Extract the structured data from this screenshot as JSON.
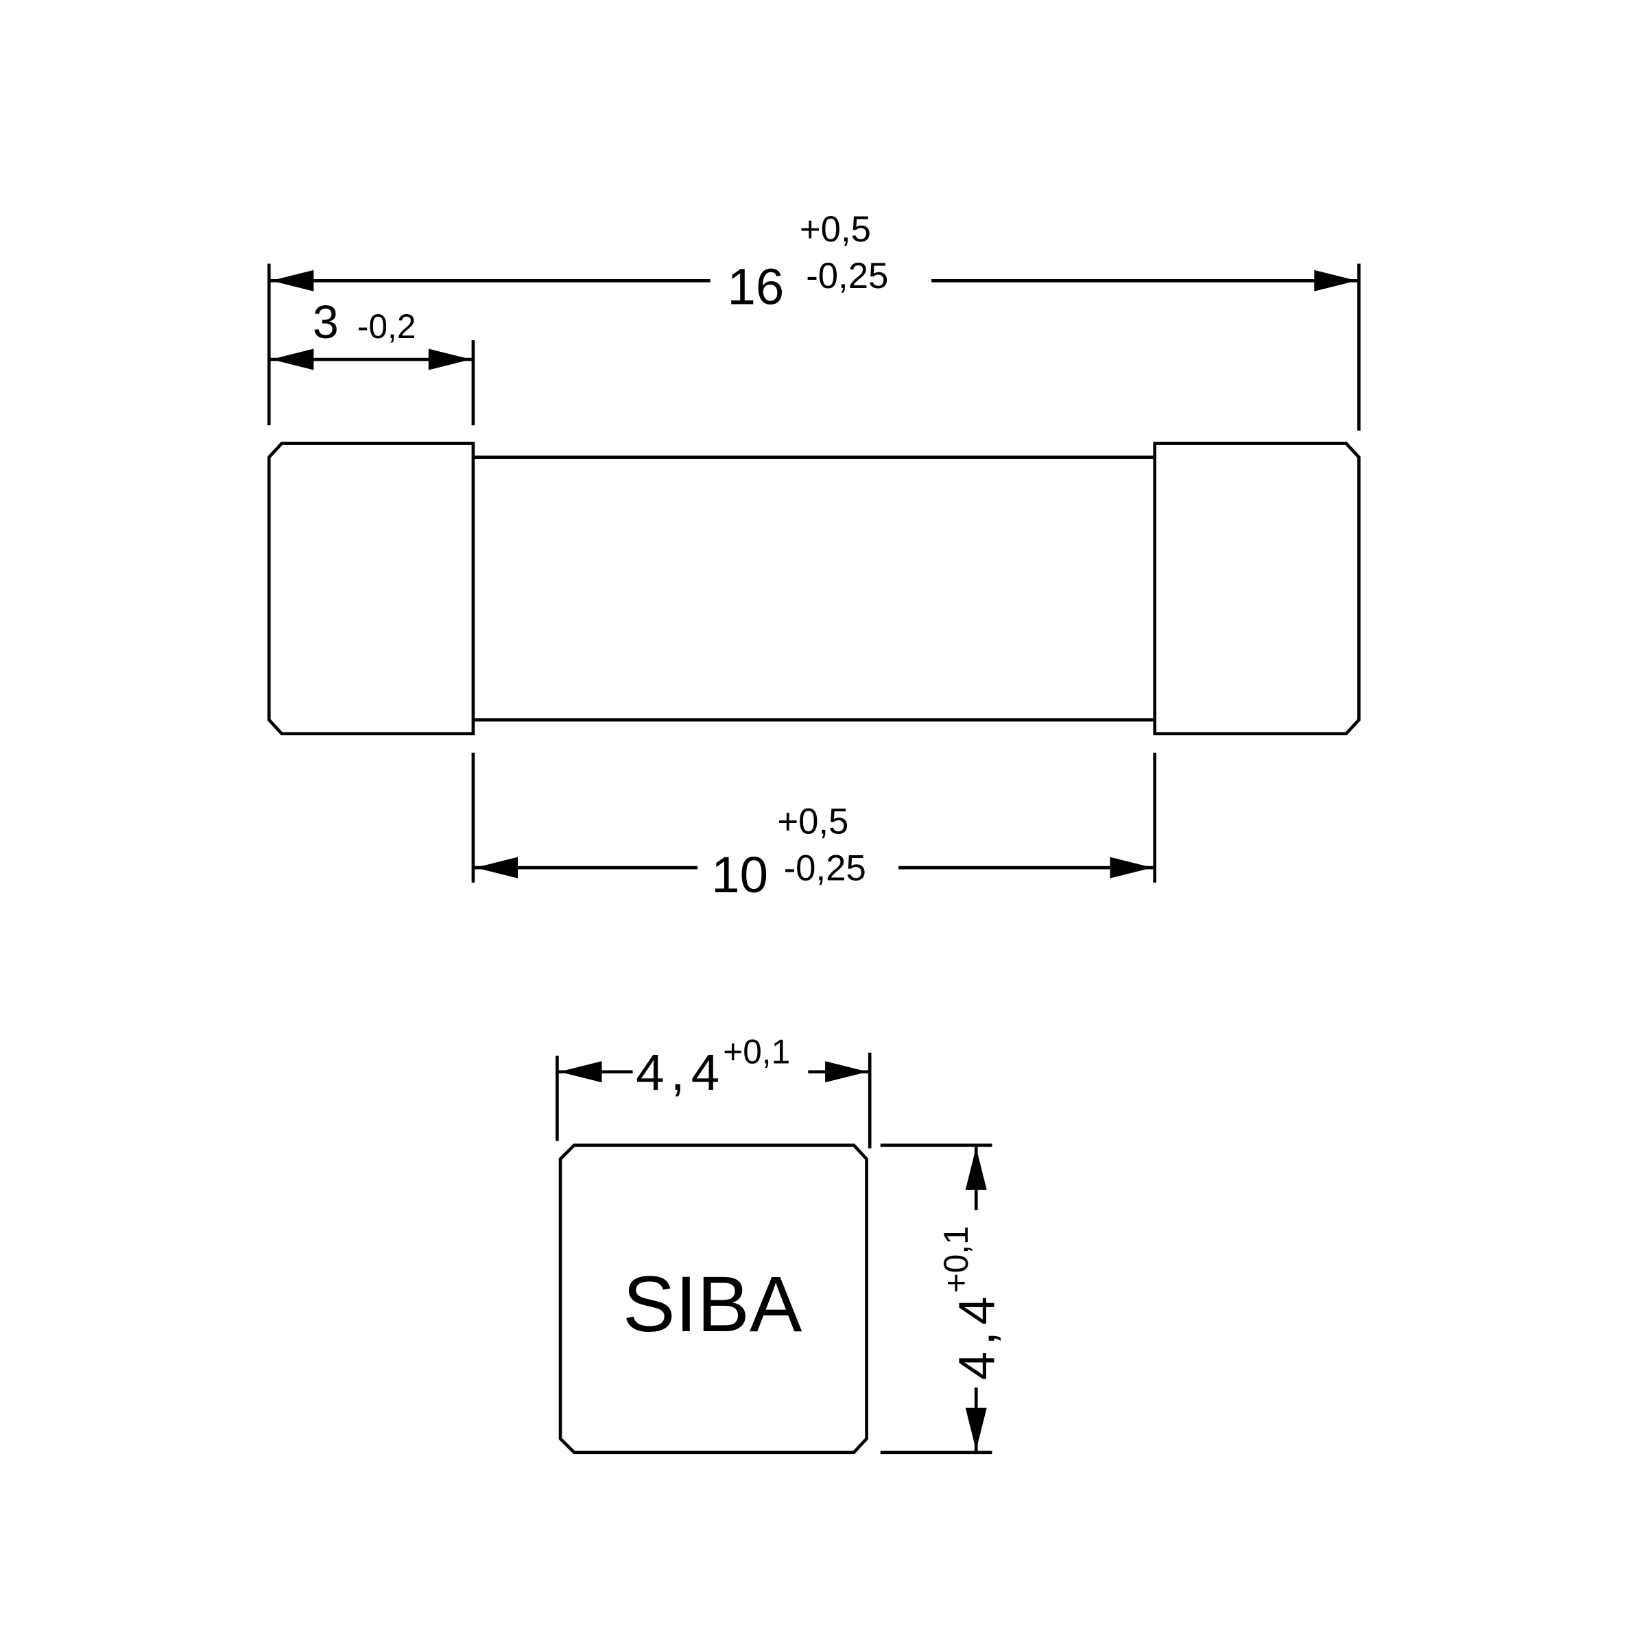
{
  "side_view": {
    "overall_length": {
      "nominal": "16",
      "upper_tol": "+0,5",
      "lower_tol": "-0,25"
    },
    "cap_length": {
      "nominal": "3",
      "tol": "-0,2"
    },
    "body_length": {
      "nominal": "10",
      "upper_tol": "+0,5",
      "lower_tol": "-0,25"
    }
  },
  "end_view": {
    "label": "SIBA",
    "width": {
      "nominal": "4,4",
      "tol": "+0,1"
    },
    "height": {
      "nominal": "4,4",
      "tol": "+0,1"
    }
  },
  "colors": {
    "line": "#000000",
    "background": "#ffffff"
  }
}
